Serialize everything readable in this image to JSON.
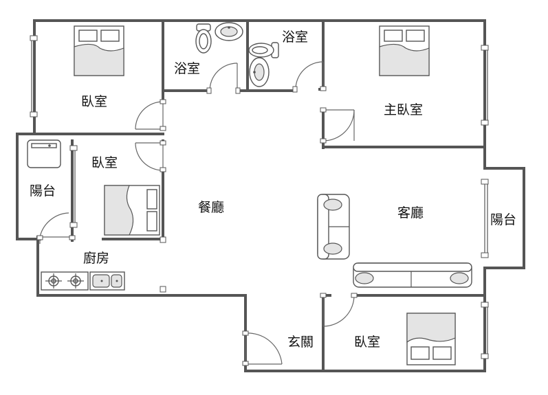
{
  "rooms": {
    "bedroom_nw": "臥室",
    "bath_west": "浴室",
    "bath_east": "浴室",
    "master_bedroom": "主臥室",
    "bedroom_west": "臥室",
    "balcony_west": "陽台",
    "dining_room": "餐廳",
    "living_room": "客廳",
    "balcony_east": "陽台",
    "kitchen": "廚房",
    "entrance": "玄關",
    "bedroom_se": "臥室"
  },
  "colors": {
    "wall": "#555555",
    "background": "#ffffff",
    "fixture_fill": "#e4e4e4"
  }
}
